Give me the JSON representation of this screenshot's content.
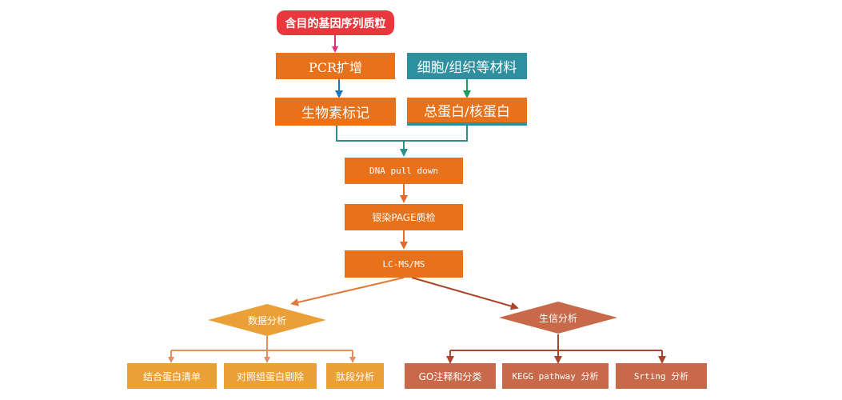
{
  "nodes": {
    "start": "含目的基因序列质粒",
    "pcr": "PCR扩增",
    "cells": "细胞/组织等材料",
    "biotin": "生物素标记",
    "protein": "总蛋白/核蛋白",
    "pulldown": "DNA pull down",
    "silver": "银染PAGE质检",
    "lcms": "LC-MS/MS",
    "data_analysis": "数据分析",
    "bio_analysis": "生信分析",
    "binding_list": "结合蛋白清单",
    "control_remove": "对照组蛋白剔除",
    "peptide": "肽段分析",
    "go": "GO注释和分类",
    "kegg": "KEGG pathway 分析",
    "string": "Srting 分析"
  },
  "colors": {
    "red": "#e8383d",
    "orange": "#e8721c",
    "teal": "#2e8f9e",
    "light_orange": "#eaa037",
    "brown": "#c86a4a",
    "arrow_pink": "#d9327a",
    "arrow_blue": "#1f7ac2",
    "arrow_green": "#17a05d",
    "arrow_teal": "#2e8f86",
    "arrow_orange": "#e36b2e",
    "arrow_brown": "#a8452a",
    "arrow_light": "#e09060"
  }
}
